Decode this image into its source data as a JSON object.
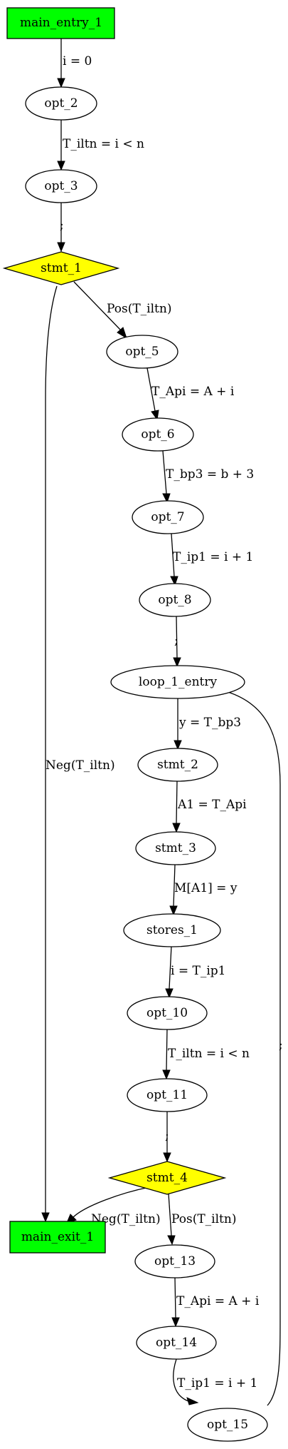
{
  "colors": {
    "entry_exit_fill": "#00ff00",
    "decision_fill": "#ffff00",
    "default_fill": "#ffffff",
    "stroke": "#000000"
  },
  "nodes": {
    "main_entry_1": {
      "label": "main_entry_1",
      "shape": "box"
    },
    "opt_2": {
      "label": "opt_2",
      "shape": "ellipse"
    },
    "opt_3": {
      "label": "opt_3",
      "shape": "ellipse"
    },
    "stmt_1": {
      "label": "stmt_1",
      "shape": "diamond"
    },
    "opt_5": {
      "label": "opt_5",
      "shape": "ellipse"
    },
    "opt_6": {
      "label": "opt_6",
      "shape": "ellipse"
    },
    "opt_7": {
      "label": "opt_7",
      "shape": "ellipse"
    },
    "opt_8": {
      "label": "opt_8",
      "shape": "ellipse"
    },
    "loop_1_entry": {
      "label": "loop_1_entry",
      "shape": "ellipse"
    },
    "stmt_2": {
      "label": "stmt_2",
      "shape": "ellipse"
    },
    "stmt_3": {
      "label": "stmt_3",
      "shape": "ellipse"
    },
    "stores_1": {
      "label": "stores_1",
      "shape": "ellipse"
    },
    "opt_10": {
      "label": "opt_10",
      "shape": "ellipse"
    },
    "opt_11": {
      "label": "opt_11",
      "shape": "ellipse"
    },
    "stmt_4": {
      "label": "stmt_4",
      "shape": "diamond"
    },
    "main_exit_1": {
      "label": "main_exit_1",
      "shape": "box"
    },
    "opt_13": {
      "label": "opt_13",
      "shape": "ellipse"
    },
    "opt_14": {
      "label": "opt_14",
      "shape": "ellipse"
    },
    "opt_15": {
      "label": "opt_15",
      "shape": "ellipse"
    }
  },
  "edges": [
    {
      "id": "e1",
      "from": "main_entry_1",
      "to": "opt_2",
      "label": "i = 0"
    },
    {
      "id": "e2",
      "from": "opt_2",
      "to": "opt_3",
      "label": "T_iltn = i < n"
    },
    {
      "id": "e3",
      "from": "opt_3",
      "to": "stmt_1",
      "label": ";"
    },
    {
      "id": "e4",
      "from": "stmt_1",
      "to": "opt_5",
      "label": "Pos(T_iltn)"
    },
    {
      "id": "e5",
      "from": "stmt_1",
      "to": "main_exit_1",
      "label": "Neg(T_iltn)"
    },
    {
      "id": "e6",
      "from": "opt_5",
      "to": "opt_6",
      "label": "T_Api = A + i"
    },
    {
      "id": "e7",
      "from": "opt_6",
      "to": "opt_7",
      "label": "T_bp3 = b + 3"
    },
    {
      "id": "e8",
      "from": "opt_7",
      "to": "opt_8",
      "label": "T_ip1 = i + 1"
    },
    {
      "id": "e9",
      "from": "opt_8",
      "to": "loop_1_entry",
      "label": ";"
    },
    {
      "id": "e10",
      "from": "loop_1_entry",
      "to": "stmt_2",
      "label": "y = T_bp3"
    },
    {
      "id": "e11",
      "from": "stmt_2",
      "to": "stmt_3",
      "label": "A1 = T_Api"
    },
    {
      "id": "e12",
      "from": "stmt_3",
      "to": "stores_1",
      "label": "M[A1] = y"
    },
    {
      "id": "e13",
      "from": "stores_1",
      "to": "opt_10",
      "label": "i = T_ip1"
    },
    {
      "id": "e14",
      "from": "opt_10",
      "to": "opt_11",
      "label": "T_iltn = i < n"
    },
    {
      "id": "e15",
      "from": "opt_11",
      "to": "stmt_4",
      "label": ";"
    },
    {
      "id": "e16",
      "from": "stmt_4",
      "to": "main_exit_1",
      "label": "Neg(T_iltn)"
    },
    {
      "id": "e17",
      "from": "stmt_4",
      "to": "opt_13",
      "label": "Pos(T_iltn)"
    },
    {
      "id": "e18",
      "from": "opt_13",
      "to": "opt_14",
      "label": "T_Api = A + i"
    },
    {
      "id": "e19",
      "from": "opt_14",
      "to": "opt_15",
      "label": "T_ip1 = i + 1"
    },
    {
      "id": "e20",
      "from": "opt_15",
      "to": "loop_1_entry",
      "label": ";"
    }
  ]
}
